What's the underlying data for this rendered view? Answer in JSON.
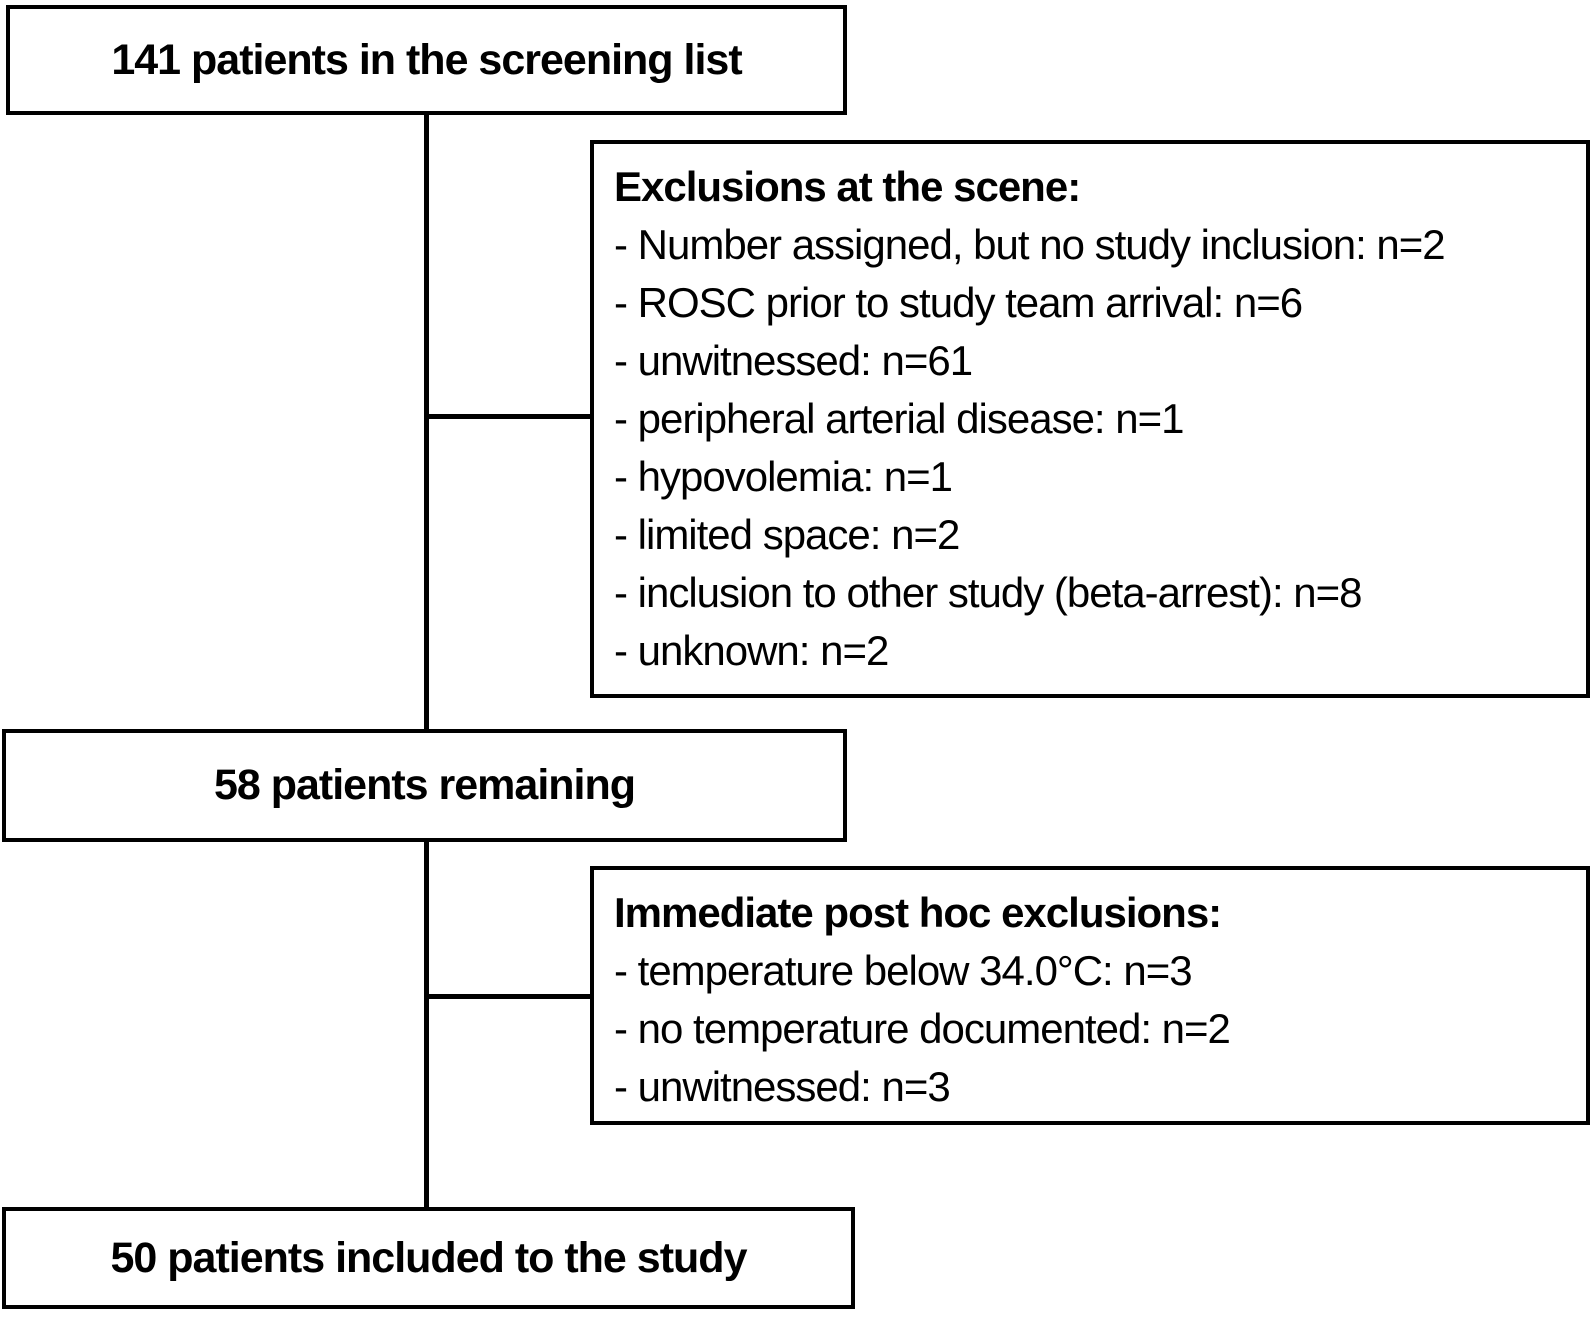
{
  "diagram": {
    "background_color": "#ffffff",
    "line_color": "#000000",
    "nodes": {
      "screening": {
        "label": "141 patients in the screening list"
      },
      "exclusions_scene": {
        "title": "Exclusions at the scene:",
        "items": [
          "- Number assigned, but no study inclusion: n=2",
          "- ROSC prior to study team arrival: n=6",
          "- unwitnessed: n=61",
          "- peripheral arterial disease: n=1",
          "- hypovolemia: n=1",
          "- limited space: n=2",
          "- inclusion to other study (beta-arrest): n=8",
          "- unknown: n=2"
        ]
      },
      "remaining": {
        "label": "58 patients remaining"
      },
      "posthoc_exclusions": {
        "title": "Immediate post hoc exclusions:",
        "items": [
          "- temperature below 34.0°C: n=3",
          "- no temperature documented: n=2",
          "- unwitnessed: n=3"
        ]
      },
      "included": {
        "label": "50 patients included to the study"
      }
    }
  }
}
